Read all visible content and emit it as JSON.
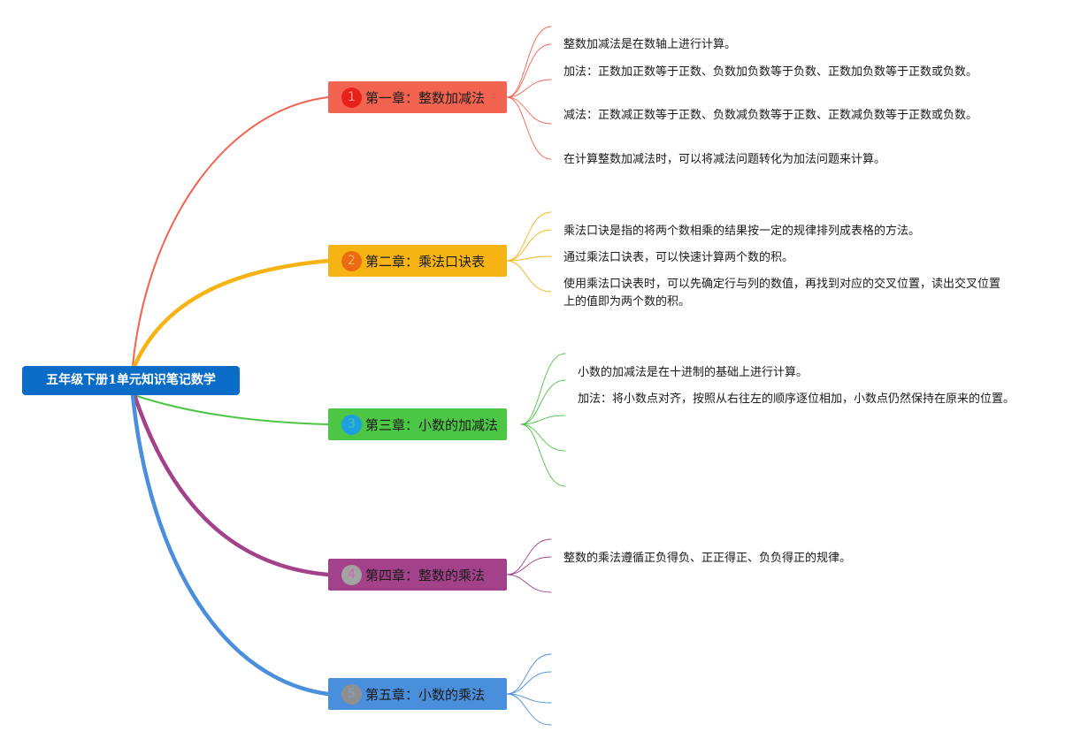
{
  "root": {
    "label": "五年级下册1单元知识笔记数学",
    "color": "#0b6cc8"
  },
  "chapters": [
    {
      "number": "1",
      "label": "第一章：整数加减法",
      "color": "#f26450",
      "badge_color": "#e8221a",
      "badge_text_color": "#f7a08f",
      "notes": [
        "整数加减法是在数轴上进行计算。",
        "加法：正数加正数等于正数、负数加负数等于负数、正数加负数等于正数或负数。",
        "减法：正数减正数等于正数、负数减负数等于正数、正数减负数等于正数或负数。",
        "在计算整数加减法时，可以将减法问题转化为加法问题来计算。"
      ]
    },
    {
      "number": "2",
      "label": "第二章：乘法口诀表",
      "color": "#f5b314",
      "badge_color": "#ec6a12",
      "badge_text_color": "#f8b460",
      "notes": [
        "乘法口诀是指的将两个数相乘的结果按一定的规律排列成表格的方法。",
        "通过乘法口诀表，可以快速计算两个数的积。",
        "使用乘法口诀表时，可以先确定行与列的数值，再找到对应的交叉位置，读出交叉位置上的值即为两个数的积。"
      ]
    },
    {
      "number": "3",
      "label": "第三章：小数的加减法",
      "color": "#4cc645",
      "badge_color": "#1f9fe0",
      "badge_text_color": "#3ac7b0",
      "notes": [
        "小数的加减法是在十进制的基础上进行计算。",
        "加法：将小数点对齐，按照从右往左的顺序逐位相加，小数点仍然保持在原来的位置。"
      ]
    },
    {
      "number": "4",
      "label": "第四章：整数的乘法",
      "color": "#a3428b",
      "badge_color": "#a3a3a3",
      "badge_text_color": "#c56bab",
      "notes": [
        "整数的乘法遵循正负得负、正正得正、负负得正的规律。"
      ]
    },
    {
      "number": "5",
      "label": "第五章：小数的乘法",
      "color": "#4a8fdb",
      "badge_color": "#8f8f8f",
      "badge_text_color": "#7f9fc4",
      "notes": []
    }
  ]
}
